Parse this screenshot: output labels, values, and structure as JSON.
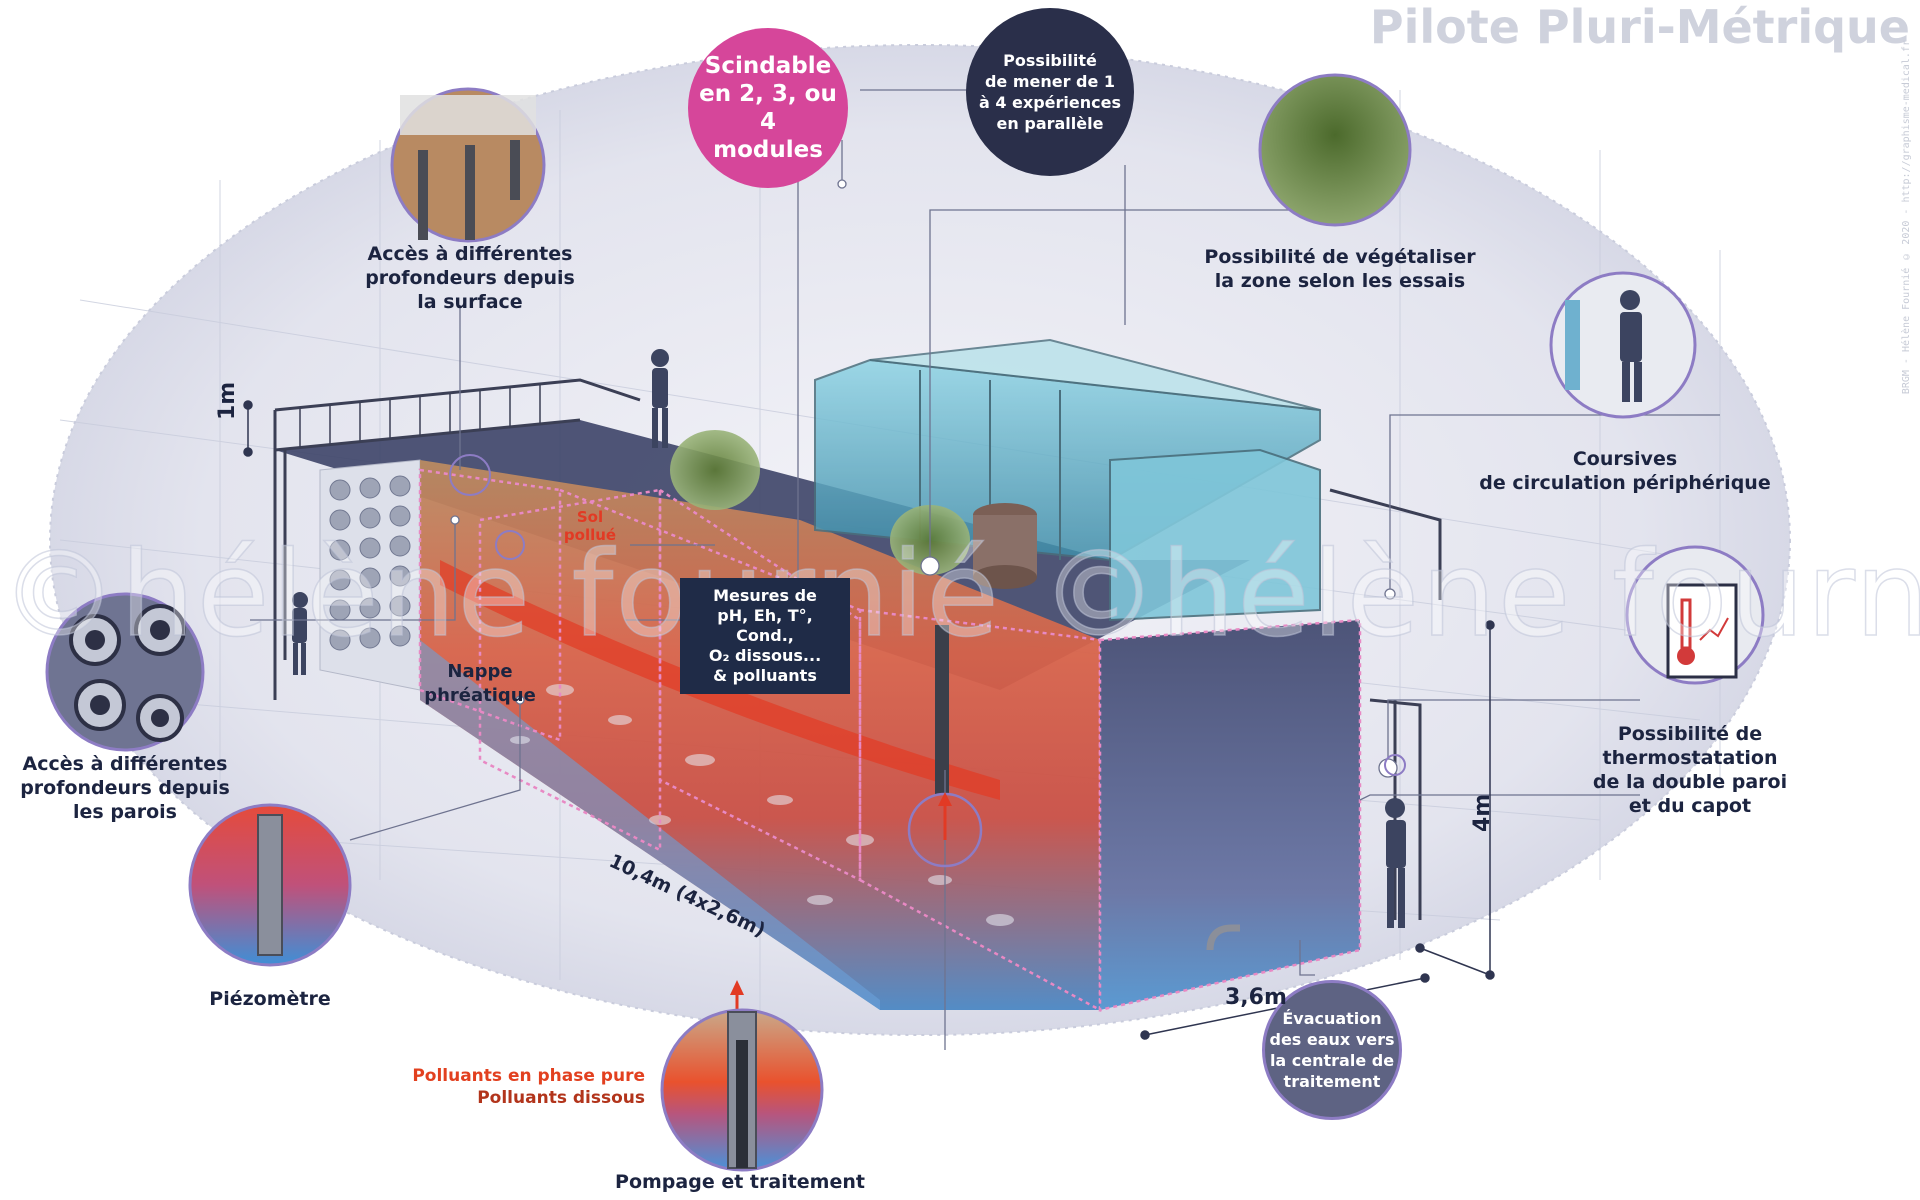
{
  "title": "Pilote Pluri-Métrique",
  "credit": "BRGM - Hélène Fournié © 2020 - http://graphisme-medical.fr",
  "watermark": "©hélène fournié ©hélène fournié",
  "bubbles": {
    "scindable": "Scindable\nen 2, 3, ou 4\nmodules",
    "experiences": "Possibilité\nde mener de 1\nà 4 expériences\nen parallèle",
    "evacuation": "Évacuation\ndes eaux vers\nla centrale de\ntraitement"
  },
  "labels": {
    "acces_surface": "Accès à différentes\nprofondeurs depuis\nla surface",
    "vegetaliser": "Possibilité de végétaliser\nla zone selon les essais",
    "coursives": "Coursives\nde circulation périphérique",
    "thermostat": "Possibilité de\nthermostatation\nde la double paroi\net du capot",
    "acces_parois": "Accès à différentes\nprofondeurs depuis\nles parois",
    "piezometre": "Piézomètre",
    "pompage": "Pompage et traitement",
    "sol_pollue": "Sol\npollué",
    "nappe": "Nappe\nphréatique",
    "polluants_pure": "Polluants en phase pure",
    "polluants_dissous": "Polluants dissous"
  },
  "measures": "Mesures de\npH, Eh, T°, Cond.,\nO₂ dissous...\n& polluants",
  "dimensions": {
    "height_rail": "1m",
    "length": "10,4m (4x2,6m)",
    "width": "3,6m",
    "height": "4m"
  },
  "colors": {
    "magenta": "#d6469a",
    "navy": "#2a2f4a",
    "purple_ring": "#8d7cc4",
    "pure_pollutant": "#e2401f",
    "dissolved_pollutant": "#b2341b"
  }
}
